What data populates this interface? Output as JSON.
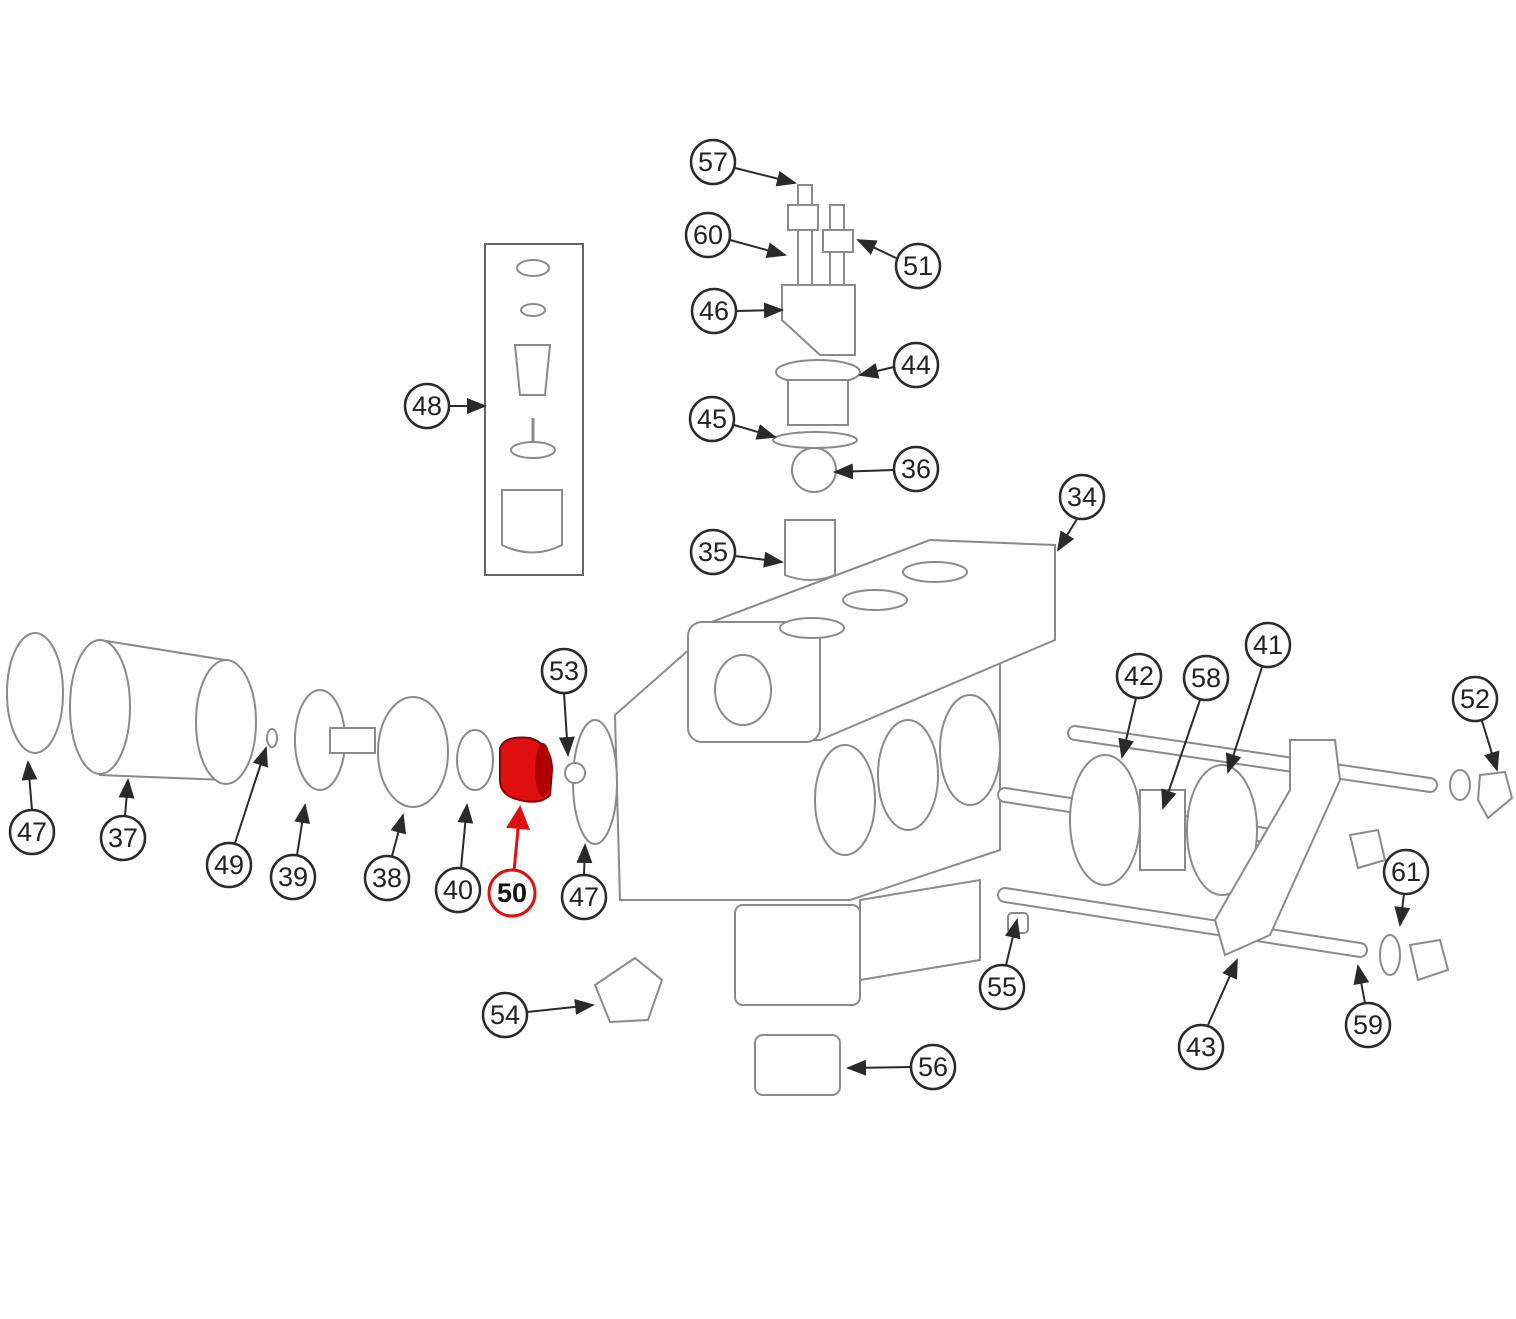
{
  "title": "Exploded parts diagram",
  "highlight_color": "#e01010",
  "highlighted_part": "50",
  "callouts": [
    "57",
    "60",
    "51",
    "46",
    "44",
    "45",
    "36",
    "48",
    "34",
    "35",
    "53",
    "42",
    "58",
    "41",
    "52",
    "47",
    "37",
    "49",
    "39",
    "38",
    "40",
    "50",
    "47",
    "61",
    "55",
    "59",
    "43",
    "54",
    "56"
  ]
}
